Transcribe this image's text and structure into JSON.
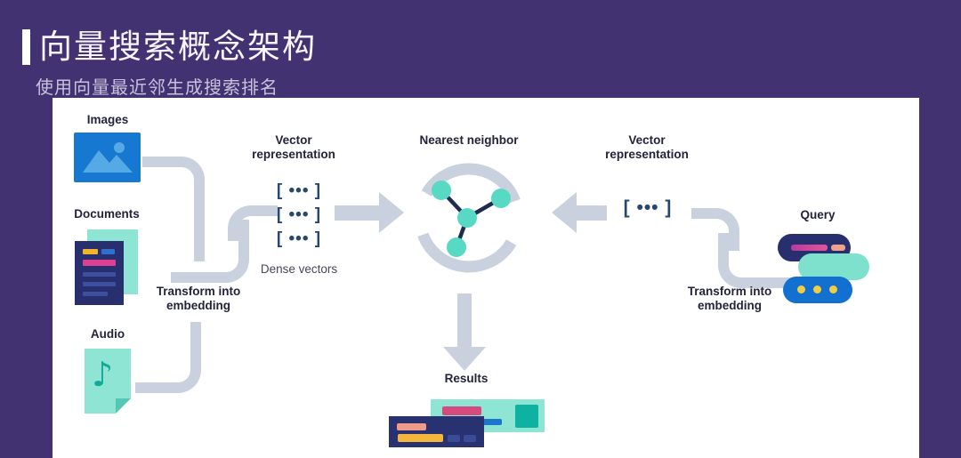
{
  "slide": {
    "title": "向量搜索概念架构",
    "subtitle": "使用向量最近邻生成搜索排名"
  },
  "diagram": {
    "sources": {
      "images_label": "Images",
      "documents_label": "Documents",
      "audio_label": "Audio"
    },
    "transform_left_label": "Transform into embedding",
    "vector_left_label": "Vector representation",
    "vector_rows": [
      "[ ••• ]",
      "[ ••• ]",
      "[ ••• ]"
    ],
    "dense_vectors_label": "Dense vectors",
    "nearest_neighbor_label": "Nearest neighbor",
    "vector_right_label": "Vector representation",
    "vector_single": "[ ••• ]",
    "transform_right_label": "Transform into embedding",
    "query_label": "Query",
    "results_label": "Results"
  },
  "colors": {
    "background_purple": "#423271",
    "panel_white": "#ffffff",
    "pipe_gray": "#c9d1de",
    "node_teal": "#57d9c4",
    "mint": "#8fe5d3",
    "navy": "#272f6e",
    "blue": "#1271d0",
    "magenta": "#d63f96",
    "pink": "#d64a7e",
    "salmon": "#f09a8a",
    "yellow": "#f5b63c",
    "bracket_navy": "#27486e",
    "label_dark": "#23233b"
  }
}
